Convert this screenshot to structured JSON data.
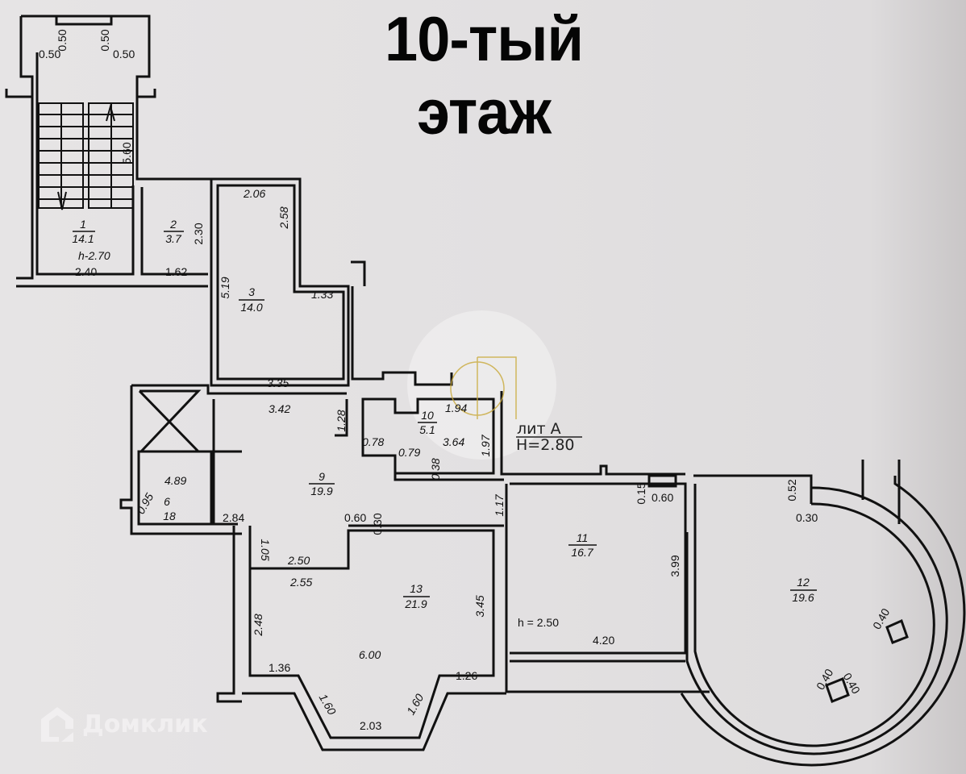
{
  "title": {
    "line1": "10-тый",
    "line2": "этаж"
  },
  "building": {
    "lit_label": "лит  А",
    "height_label": "H=2.80"
  },
  "rooms": [
    {
      "number": "1",
      "area": "14.1",
      "note": "h-2.70"
    },
    {
      "number": "2",
      "area": "3.7"
    },
    {
      "number": "3",
      "area": "14.0"
    },
    {
      "number": "6",
      "area": "18"
    },
    {
      "number": "9",
      "area": "19.9"
    },
    {
      "number": "10",
      "area": "5.1"
    },
    {
      "number": "11",
      "area": "16.7",
      "note": "h = 2.50"
    },
    {
      "number": "12",
      "area": "19.6"
    },
    {
      "number": "13",
      "area": "21.9"
    }
  ],
  "dimensions": {
    "stair_top_left_v": "0.50",
    "stair_top_right_v": "0.50",
    "stair_left_h": "0.50",
    "stair_right_h": "0.50",
    "stair_length": "5.60",
    "room1_width": "2.40",
    "room2_height": "2.30",
    "room2_width": "1.62",
    "room3_top": "2.06",
    "room3_step": "2.58",
    "room3_left": "5.19",
    "room3_right_bottom": "1.33",
    "room3_bottom": "3.35",
    "room9_top": "3.42",
    "room9_side": "1.28",
    "room6_dim": "4.89",
    "room6_small": "0.95",
    "room9_bottom_left": "2.84",
    "room10_top": "1.94",
    "room10_inner": "3.64",
    "room10_right": "1.97",
    "room10_left_a": "0.78",
    "room10_left_b": "0.79",
    "room10_small": "0.38",
    "corridor": "1.17",
    "room13_notch_w": "0.60",
    "room13_notch_h": "0.30",
    "room13_left_top": "1.05",
    "room13_step_a": "2.50",
    "room13_step_b": "2.55",
    "room13_left": "2.48",
    "room13_right": "3.45",
    "room13_mid": "6.00",
    "room13_bl": "1.36",
    "room13_br": "1.26",
    "room13_bay_l": "1.60",
    "room13_bay_r": "1.60",
    "room13_bay_bottom": "2.03",
    "room11_top_small": "0.15",
    "room11_top_w": "0.60",
    "room11_right": "3.99",
    "room11_bottom": "4.20",
    "room12_v": "0.52",
    "room12_h": "0.30",
    "room12_col_a": "0.40",
    "room12_col_b": "0.40",
    "room12_col_c": "0.40"
  },
  "watermark": {
    "brand": "Домклик",
    "icon": "domclick-house-icon"
  },
  "colors": {
    "paper": "#e4e2e3",
    "ink": "#111111",
    "logo_gold": "#c9a93a"
  }
}
